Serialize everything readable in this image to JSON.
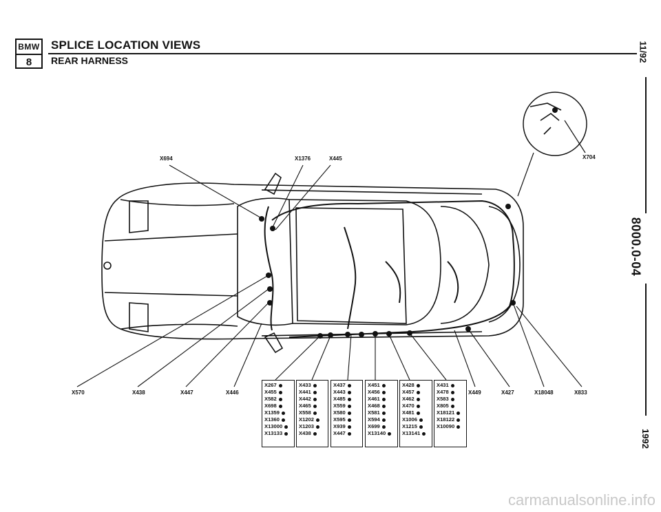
{
  "header": {
    "logo_top": "BMW",
    "logo_bottom": "8",
    "title": "SPLICE LOCATION VIEWS",
    "subtitle": "REAR HARNESS"
  },
  "margin": {
    "date": "11/92",
    "page_number": "8000.0-04",
    "year": "1992"
  },
  "callouts_top": [
    "X694",
    "X1376",
    "X445",
    "X704"
  ],
  "callouts_bottom": [
    "X570",
    "X438",
    "X447",
    "X446",
    "X449",
    "X427",
    "X18048",
    "X833"
  ],
  "boxes": [
    [
      "X267",
      "X455",
      "X582",
      "X698",
      "X1359",
      "X1360",
      "X13000",
      "X13133"
    ],
    [
      "X433",
      "X441",
      "X442",
      "X465",
      "X558",
      "X1202",
      "X1203",
      "X438"
    ],
    [
      "X437",
      "X443",
      "X485",
      "X559",
      "X580",
      "X595",
      "X939",
      "X447"
    ],
    [
      "X451",
      "X456",
      "X461",
      "X468",
      "X581",
      "X594",
      "X699",
      "X13140"
    ],
    [
      "X428",
      "X457",
      "X462",
      "X470",
      "X481",
      "X1006",
      "X1215",
      "X13141"
    ],
    [
      "X431",
      "X478",
      "X583",
      "X805",
      "X18121",
      "X18122",
      "X10090"
    ]
  ],
  "watermark": "carmanualsonline.info"
}
